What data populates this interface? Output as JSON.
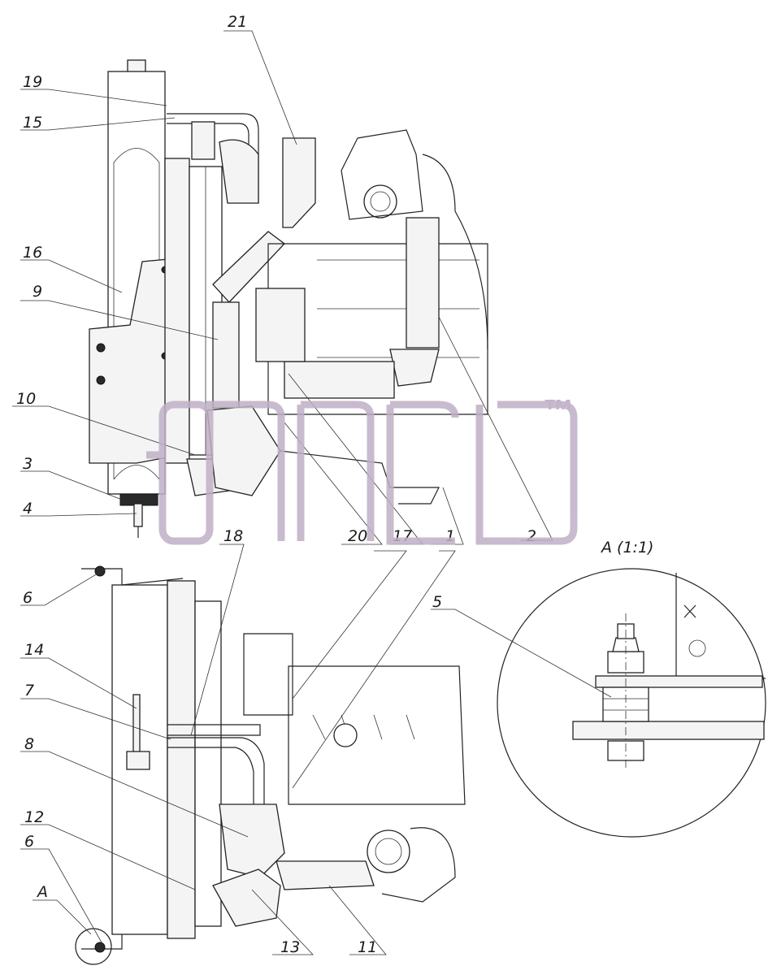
{
  "callouts": {
    "c1": "1",
    "c2": "2",
    "c3": "3",
    "c4": "4",
    "c5": "5",
    "c6a": "6",
    "c6b": "6",
    "c7": "7",
    "c8": "8",
    "c9": "9",
    "c10": "10",
    "c11": "11",
    "c12": "12",
    "c13": "13",
    "c14": "14",
    "c15": "15",
    "c16": "16",
    "c17": "17",
    "c18": "18",
    "c19": "19",
    "c20": "20",
    "c21": "21",
    "cA": "A"
  },
  "detail_view": {
    "title": "A (1:1)"
  },
  "watermark": {
    "trademark": "™"
  }
}
